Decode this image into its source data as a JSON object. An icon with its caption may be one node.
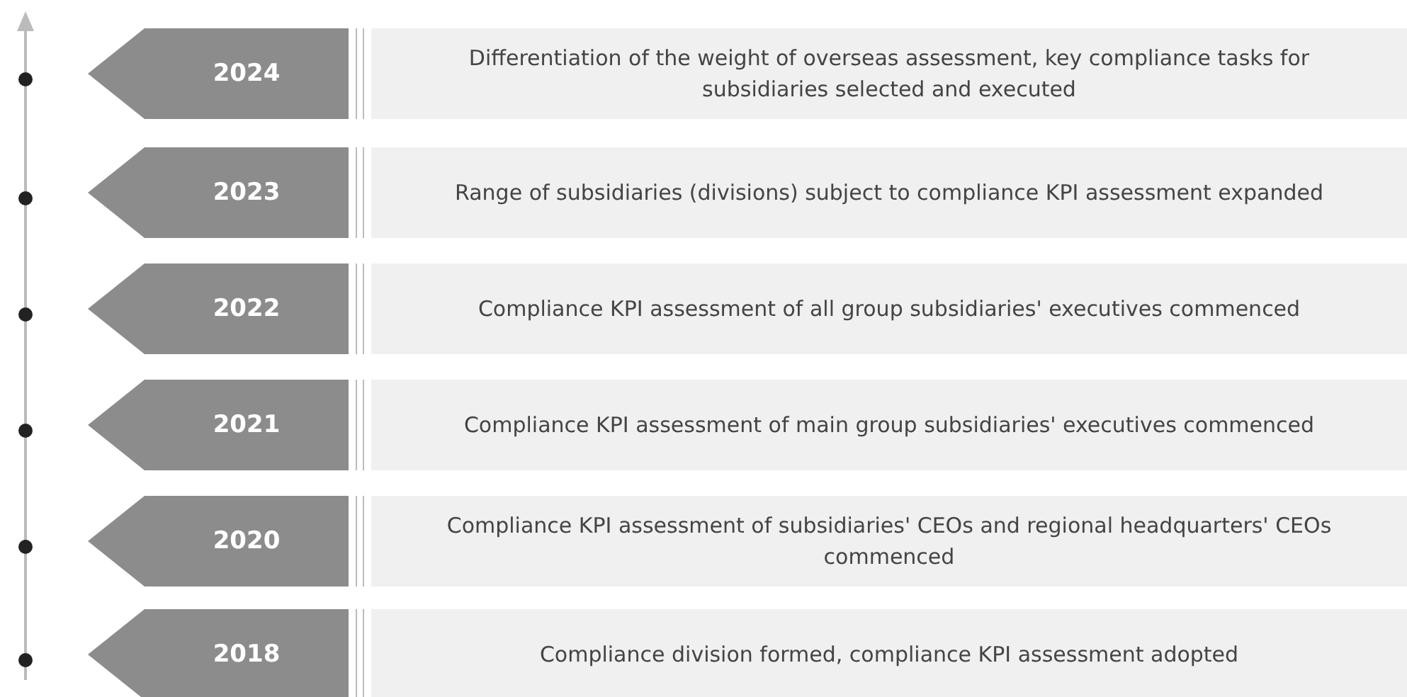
{
  "diagram": {
    "nodes": [
      {
        "text": [
          "2024"
        ]
      },
      {
        "text": [
          "Differentiation of the weight of overseas assessment, key compliance tasks for subsidiaries selected and executed"
        ]
      },
      {
        "text": [
          "2023"
        ]
      },
      {
        "text": [
          "Range of subsidiaries (divisions) subject to compliance KPI assessment expanded"
        ]
      },
      {
        "text": [
          "2022"
        ]
      },
      {
        "text": [
          "Compliance KPI assessment of all group subsidiaries' executives commenced"
        ]
      },
      {
        "text": [
          "2021"
        ]
      },
      {
        "text": [
          "Compliance KPI assessment of main group subsidiaries' executives commenced"
        ]
      },
      {
        "text": [
          "2020"
        ]
      },
      {
        "text": [
          "Compliance KPI assessment of subsidiaries' CEOs and regional headquarters' CEOs commenced"
        ]
      },
      {
        "text": [
          "2018"
        ]
      },
      {
        "text": [
          "Compliance division formed, compliance KPI assessment adopted"
        ]
      }
    ]
  }
}
